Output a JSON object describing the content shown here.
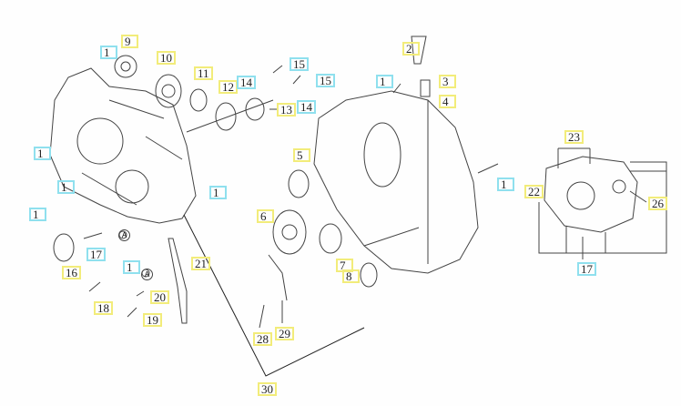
{
  "diagram": {
    "colors": {
      "part_label_border": "#f2ec7a",
      "reference_label_border": "#8fe0ee",
      "line": "#333333"
    },
    "labels": [
      {
        "id": "l1a",
        "text": "1",
        "kind": "reference"
      },
      {
        "id": "l9",
        "text": "9",
        "kind": "part"
      },
      {
        "id": "l10",
        "text": "10",
        "kind": "part"
      },
      {
        "id": "l11",
        "text": "11",
        "kind": "part"
      },
      {
        "id": "l12",
        "text": "12",
        "kind": "part"
      },
      {
        "id": "l14a",
        "text": "14",
        "kind": "reference"
      },
      {
        "id": "l15a",
        "text": "15",
        "kind": "reference"
      },
      {
        "id": "l15b",
        "text": "15",
        "kind": "reference"
      },
      {
        "id": "l13",
        "text": "13",
        "kind": "part"
      },
      {
        "id": "l14b",
        "text": "14",
        "kind": "reference"
      },
      {
        "id": "l1b",
        "text": "1",
        "kind": "reference"
      },
      {
        "id": "l1c",
        "text": "1",
        "kind": "reference"
      },
      {
        "id": "l1d",
        "text": "1",
        "kind": "reference"
      },
      {
        "id": "l1e",
        "text": "1",
        "kind": "reference"
      },
      {
        "id": "l5",
        "text": "5",
        "kind": "part"
      },
      {
        "id": "l6",
        "text": "6",
        "kind": "part"
      },
      {
        "id": "l16",
        "text": "16",
        "kind": "part"
      },
      {
        "id": "l17a",
        "text": "17",
        "kind": "reference"
      },
      {
        "id": "l18",
        "text": "18",
        "kind": "part"
      },
      {
        "id": "l1f",
        "text": "1",
        "kind": "reference"
      },
      {
        "id": "l20",
        "text": "20",
        "kind": "part"
      },
      {
        "id": "l19",
        "text": "19",
        "kind": "part"
      },
      {
        "id": "l21",
        "text": "21",
        "kind": "part"
      },
      {
        "id": "l28",
        "text": "28",
        "kind": "part"
      },
      {
        "id": "l29",
        "text": "29",
        "kind": "part"
      },
      {
        "id": "l30",
        "text": "30",
        "kind": "part"
      },
      {
        "id": "l2",
        "text": "2",
        "kind": "part"
      },
      {
        "id": "l1g",
        "text": "1",
        "kind": "reference"
      },
      {
        "id": "l3",
        "text": "3",
        "kind": "part"
      },
      {
        "id": "l4",
        "text": "4",
        "kind": "part"
      },
      {
        "id": "l7",
        "text": "7",
        "kind": "part"
      },
      {
        "id": "l8",
        "text": "8",
        "kind": "part"
      },
      {
        "id": "l1h",
        "text": "1",
        "kind": "reference"
      },
      {
        "id": "l23",
        "text": "23",
        "kind": "part"
      },
      {
        "id": "l22",
        "text": "22",
        "kind": "part"
      },
      {
        "id": "l26",
        "text": "26",
        "kind": "part"
      },
      {
        "id": "l17b",
        "text": "17",
        "kind": "reference"
      }
    ],
    "markers": {
      "a1": "A",
      "a2": "A"
    }
  }
}
